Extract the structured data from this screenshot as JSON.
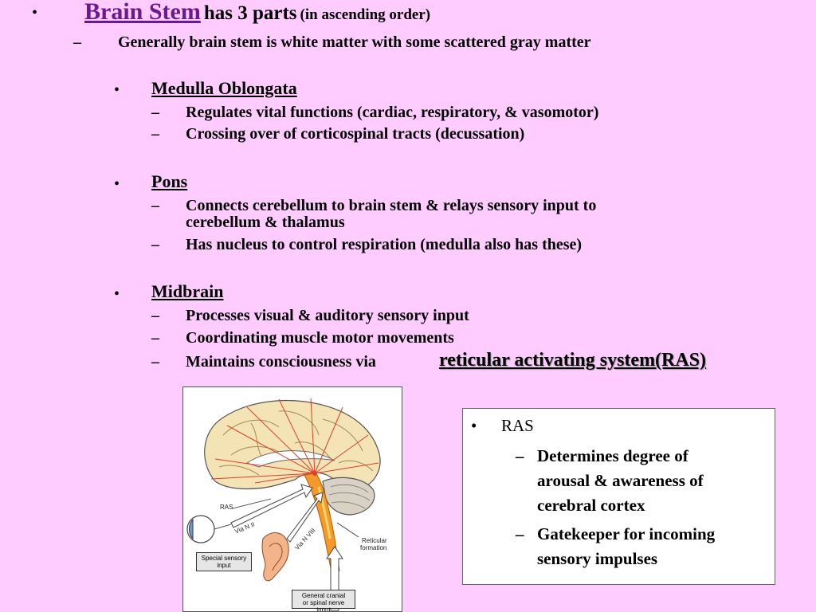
{
  "slide": {
    "title": {
      "bullet": "•",
      "term": "Brain Stem",
      "rest": "has 3 parts",
      "note": "(in ascending order)",
      "sub_dash": "–",
      "sub": "Generally brain stem is white matter with some scattered gray matter"
    },
    "sections": [
      {
        "heading": "Medulla Oblongata",
        "items": [
          "Regulates vital functions (cardiac, respiratory, & vasomotor)",
          "Crossing over of  corticospinal tracts (decussation)"
        ]
      },
      {
        "heading": "Pons",
        "items": [
          "Connects cerebellum to brain stem & relays sensory input to",
          "cerebellum & thalamus",
          "Has nucleus to control respiration (medulla also has these)"
        ]
      },
      {
        "heading": "Midbrain",
        "items": [
          "Processes visual & auditory sensory input",
          "Coordinating muscle motor movements",
          "Maintains consciousness via"
        ],
        "emphasis": "reticular activating system(RAS)"
      }
    ],
    "bullet": "•",
    "dash": "–"
  },
  "figure": {
    "labels": {
      "ras": "RAS",
      "via_n_ii": "Via N II",
      "via_n_viii": "Via N VIII",
      "reticular_1": "Reticular",
      "reticular_2": "formation",
      "special_1": "Special sensory",
      "special_2": "input",
      "general_1": "General cranial",
      "general_2": "or spinal nerve input"
    }
  },
  "ras_box": {
    "bullet": "•",
    "dash": "–",
    "heading": "RAS",
    "item1": [
      "Determines degree of",
      "arousal & awareness of",
      "cerebral cortex"
    ],
    "item2": [
      "Gatekeeper for incoming",
      "sensory impulses"
    ]
  },
  "colors": {
    "background": "#ffccff",
    "heading_accent": "#6a1a8c",
    "brainstem_orange": "#f39a2a",
    "fiber_red": "#e0402a"
  }
}
